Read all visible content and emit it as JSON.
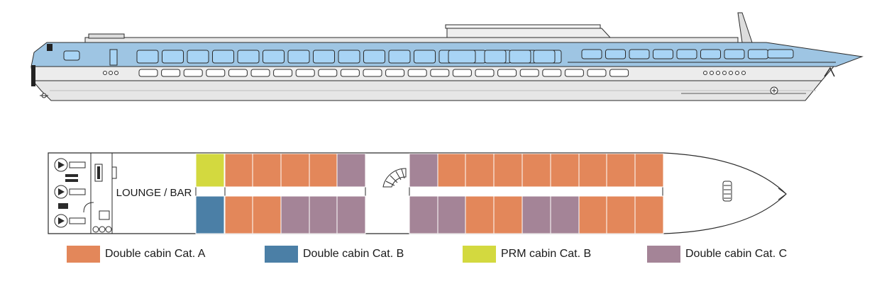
{
  "colors": {
    "cat_a": "#e3875a",
    "cat_b": "#4b7fa6",
    "prm_b": "#d3d93f",
    "cat_c": "#a48497",
    "hull_blue": "#9ec5e3",
    "window_blue": "#a8d4f5",
    "hull_grey": "#e6e6e6",
    "outline": "#2b2b2b"
  },
  "deck": {
    "lounge_label": "LOUNGE / BAR",
    "top_row": [
      "prm_b",
      "cat_a",
      "cat_a",
      "cat_a",
      "cat_a",
      "cat_c",
      "cat_c",
      "cat_a",
      "cat_a",
      "cat_a",
      "cat_a",
      "cat_a",
      "cat_a",
      "cat_a",
      "cat_a"
    ],
    "bottom_row": [
      "cat_b",
      "cat_a",
      "cat_a",
      "cat_c",
      "cat_c",
      "cat_c",
      "cat_c",
      "cat_c",
      "cat_a",
      "cat_a",
      "cat_c",
      "cat_c",
      "cat_a",
      "cat_a",
      "cat_a"
    ]
  },
  "legend": [
    {
      "key": "cat_a",
      "label": "Double cabin Cat. A"
    },
    {
      "key": "cat_b",
      "label": "Double cabin Cat. B"
    },
    {
      "key": "prm_b",
      "label": "PRM cabin Cat. B"
    },
    {
      "key": "cat_c",
      "label": "Double cabin Cat. C"
    }
  ],
  "icons": [
    "ship-profile",
    "propeller-icon",
    "anchor-icon",
    "staircase-icon",
    "fire-hose-reel-icon"
  ]
}
